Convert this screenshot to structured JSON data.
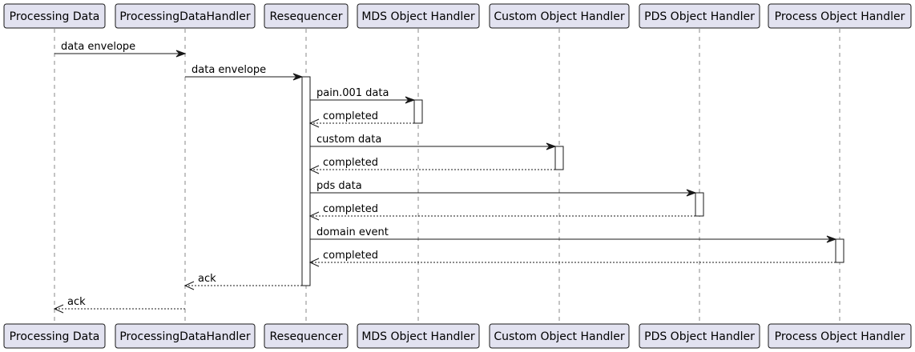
{
  "participants": [
    {
      "id": "pd",
      "label": "Processing Data"
    },
    {
      "id": "pdh",
      "label": "ProcessingDataHandler"
    },
    {
      "id": "res",
      "label": "Resequencer"
    },
    {
      "id": "mds",
      "label": "MDS Object Handler"
    },
    {
      "id": "cust",
      "label": "Custom Object Handler"
    },
    {
      "id": "pds",
      "label": "PDS Object Handler"
    },
    {
      "id": "proc",
      "label": "Process Object Handler"
    }
  ],
  "messages": [
    {
      "from": "pd",
      "to": "pdh",
      "label": "data envelope",
      "style": "solid"
    },
    {
      "from": "pdh",
      "to": "res",
      "label": "data envelope",
      "style": "solid"
    },
    {
      "from": "res",
      "to": "mds",
      "label": "pain.001 data",
      "style": "solid"
    },
    {
      "from": "mds",
      "to": "res",
      "label": "completed",
      "style": "dashed"
    },
    {
      "from": "res",
      "to": "cust",
      "label": "custom data",
      "style": "solid"
    },
    {
      "from": "cust",
      "to": "res",
      "label": "completed",
      "style": "dashed"
    },
    {
      "from": "res",
      "to": "pds",
      "label": "pds data",
      "style": "solid"
    },
    {
      "from": "pds",
      "to": "res",
      "label": "completed",
      "style": "dashed"
    },
    {
      "from": "res",
      "to": "proc",
      "label": "domain event",
      "style": "solid"
    },
    {
      "from": "proc",
      "to": "res",
      "label": "completed",
      "style": "dashed"
    },
    {
      "from": "res",
      "to": "pdh",
      "label": "ack",
      "style": "dashed"
    },
    {
      "from": "pdh",
      "to": "pd",
      "label": "ack",
      "style": "dashed"
    }
  ],
  "activations": [
    {
      "participant": "res",
      "from_message": 1,
      "to_message": 10
    },
    {
      "participant": "mds",
      "from_message": 2,
      "to_message": 3
    },
    {
      "participant": "cust",
      "from_message": 4,
      "to_message": 5
    },
    {
      "participant": "pds",
      "from_message": 6,
      "to_message": 7
    },
    {
      "participant": "proc",
      "from_message": 8,
      "to_message": 9
    }
  ],
  "colors": {
    "participant_fill": "#e2e2f0",
    "border": "#181818",
    "lifeline": "#888888"
  }
}
